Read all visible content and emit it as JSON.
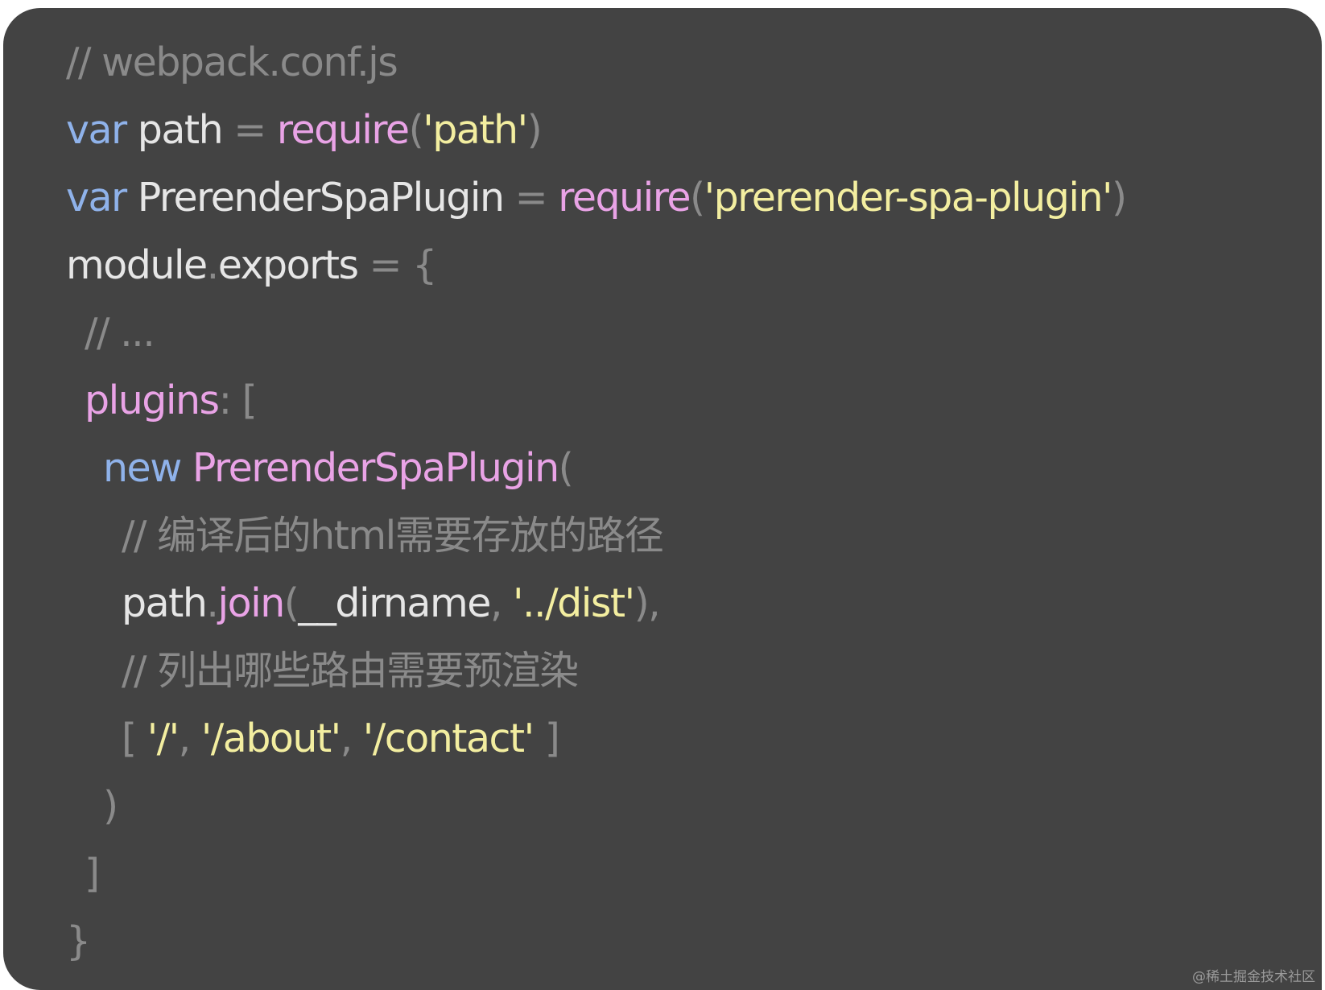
{
  "colors": {
    "background": "#434343",
    "comment": "#8a8a8a",
    "keyword": "#8fb2ea",
    "function": "#e9a3e6",
    "string": "#f3eea0",
    "punctuation": "#8a8a8a",
    "identifier": "#e6e6e6"
  },
  "code_lines": [
    {
      "indent": 0,
      "tokens": [
        {
          "t": "comment",
          "v": "// webpack.conf.js"
        }
      ]
    },
    {
      "indent": 0,
      "tokens": [
        {
          "t": "keyword",
          "v": "var"
        },
        {
          "t": "plain",
          "v": " path "
        },
        {
          "t": "punct",
          "v": "= "
        },
        {
          "t": "func",
          "v": "require"
        },
        {
          "t": "punct",
          "v": "("
        },
        {
          "t": "string",
          "v": "'path'"
        },
        {
          "t": "punct",
          "v": ")"
        }
      ]
    },
    {
      "indent": 0,
      "tokens": [
        {
          "t": "keyword",
          "v": "var"
        },
        {
          "t": "plain",
          "v": " PrerenderSpaPlugin "
        },
        {
          "t": "punct",
          "v": "= "
        },
        {
          "t": "func",
          "v": "require"
        },
        {
          "t": "punct",
          "v": "("
        },
        {
          "t": "string",
          "v": "'prerender-spa-plugin'"
        },
        {
          "t": "punct",
          "v": ")"
        }
      ]
    },
    {
      "indent": 0,
      "tokens": [
        {
          "t": "plain",
          "v": "module"
        },
        {
          "t": "punct",
          "v": "."
        },
        {
          "t": "plain",
          "v": "exports "
        },
        {
          "t": "punct",
          "v": "= {"
        }
      ]
    },
    {
      "indent": 1,
      "tokens": [
        {
          "t": "comment",
          "v": "// ..."
        }
      ]
    },
    {
      "indent": 1,
      "tokens": [
        {
          "t": "func",
          "v": "plugins"
        },
        {
          "t": "punct",
          "v": ": ["
        }
      ]
    },
    {
      "indent": 2,
      "tokens": [
        {
          "t": "keyword",
          "v": "new "
        },
        {
          "t": "func",
          "v": "PrerenderSpaPlugin"
        },
        {
          "t": "punct",
          "v": "("
        }
      ]
    },
    {
      "indent": 3,
      "tokens": [
        {
          "t": "comment",
          "v": "// 编译后的html需要存放的路径"
        }
      ]
    },
    {
      "indent": 3,
      "tokens": [
        {
          "t": "plain",
          "v": "path"
        },
        {
          "t": "punct",
          "v": "."
        },
        {
          "t": "func",
          "v": "join"
        },
        {
          "t": "punct",
          "v": "("
        },
        {
          "t": "plain",
          "v": "__dirname"
        },
        {
          "t": "punct",
          "v": ", "
        },
        {
          "t": "string",
          "v": "'../dist'"
        },
        {
          "t": "punct",
          "v": "),"
        }
      ]
    },
    {
      "indent": 3,
      "tokens": [
        {
          "t": "comment",
          "v": "// 列出哪些路由需要预渲染"
        }
      ]
    },
    {
      "indent": 3,
      "tokens": [
        {
          "t": "punct",
          "v": "[ "
        },
        {
          "t": "string",
          "v": "'/'"
        },
        {
          "t": "punct",
          "v": ", "
        },
        {
          "t": "string",
          "v": "'/about'"
        },
        {
          "t": "punct",
          "v": ", "
        },
        {
          "t": "string",
          "v": "'/contact'"
        },
        {
          "t": "punct",
          "v": " ]"
        }
      ]
    },
    {
      "indent": 2,
      "tokens": [
        {
          "t": "punct",
          "v": ")"
        }
      ]
    },
    {
      "indent": 1,
      "tokens": [
        {
          "t": "punct",
          "v": "]"
        }
      ]
    },
    {
      "indent": 0,
      "tokens": [
        {
          "t": "punct",
          "v": "}"
        }
      ]
    }
  ],
  "watermark": "@稀土掘金技术社区"
}
